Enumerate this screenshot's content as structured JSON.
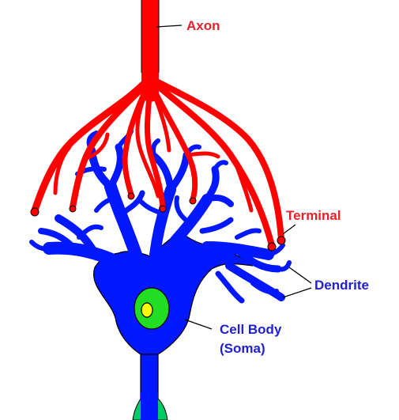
{
  "labels": {
    "axon": "Axon",
    "terminal": "Terminal",
    "dendrite": "Dendrite",
    "cell_body_line1": "Cell Body",
    "cell_body_line2": "(Soma)"
  },
  "colors": {
    "axon": "#ff0000",
    "axon_label": "#e8202a",
    "neuron_body": "#0018ff",
    "nucleus_outer": "#22dd22",
    "nucleus_inner": "#ffff00",
    "label_blue": "#2020d0",
    "outline": "#000000",
    "bottom_ring": "#00cc66"
  }
}
